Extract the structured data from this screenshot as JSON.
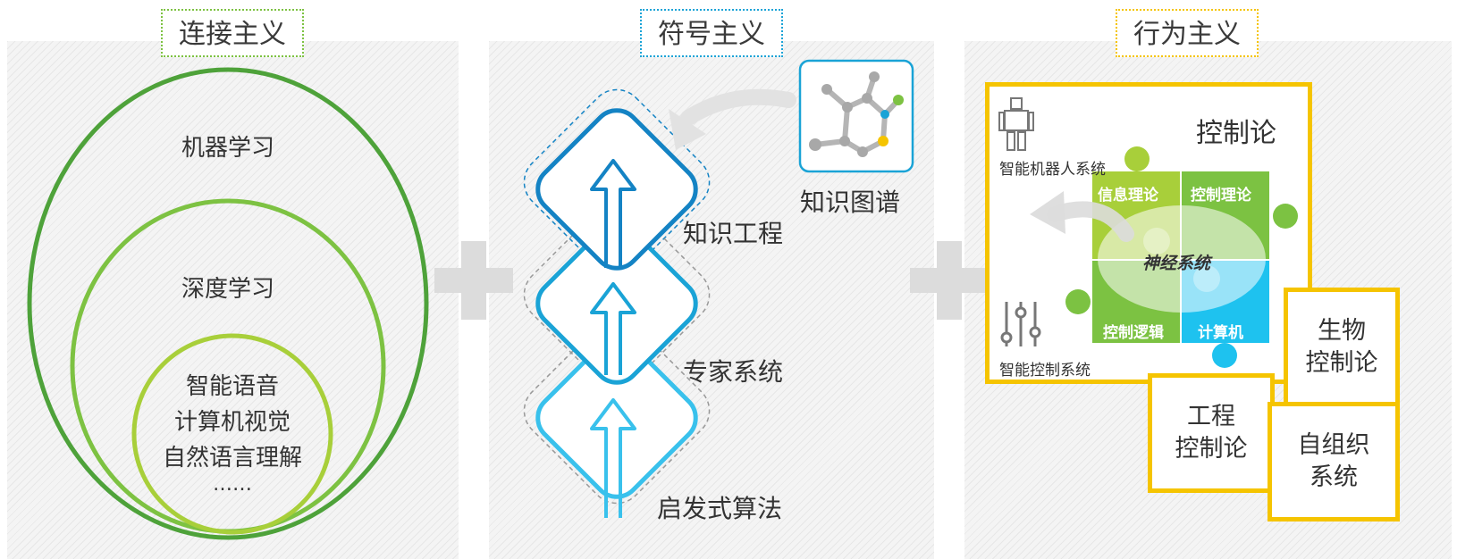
{
  "connectionism": {
    "title": "连接主义",
    "outer": "机器学习",
    "middle": "深度学习",
    "inner": [
      "智能语音",
      "计算机视觉",
      "自然语言理解",
      "……"
    ]
  },
  "symbolism": {
    "title": "符号主义",
    "knowledge_graph": "知识图谱",
    "layers": [
      "知识工程",
      "专家系统",
      "启发式算法"
    ]
  },
  "behaviorism": {
    "title": "行为主义",
    "cybernetics": "控制论",
    "robot_system": "智能机器人系统",
    "control_system": "智能控制系统",
    "puzzle": {
      "top_left": "信息理论",
      "top_right": "控制理论",
      "bottom_left": "控制逻辑",
      "bottom_right": "计算机",
      "center": "神经系统"
    },
    "bio_cyber": [
      "生物",
      "控制论"
    ],
    "eng_cyber": [
      "工程",
      "控制论"
    ],
    "self_org": [
      "自组织",
      "系统"
    ]
  },
  "colors": {
    "green_dark": "#4ea23a",
    "green_mid": "#7dc242",
    "green_light": "#a8cf3a",
    "blue_dark": "#1483c4",
    "blue_mid": "#1aa3d6",
    "blue_light": "#39c1ec",
    "yellow": "#f5c400",
    "puzzle_green": "#7cc242",
    "puzzle_blue": "#1ec2ef"
  }
}
